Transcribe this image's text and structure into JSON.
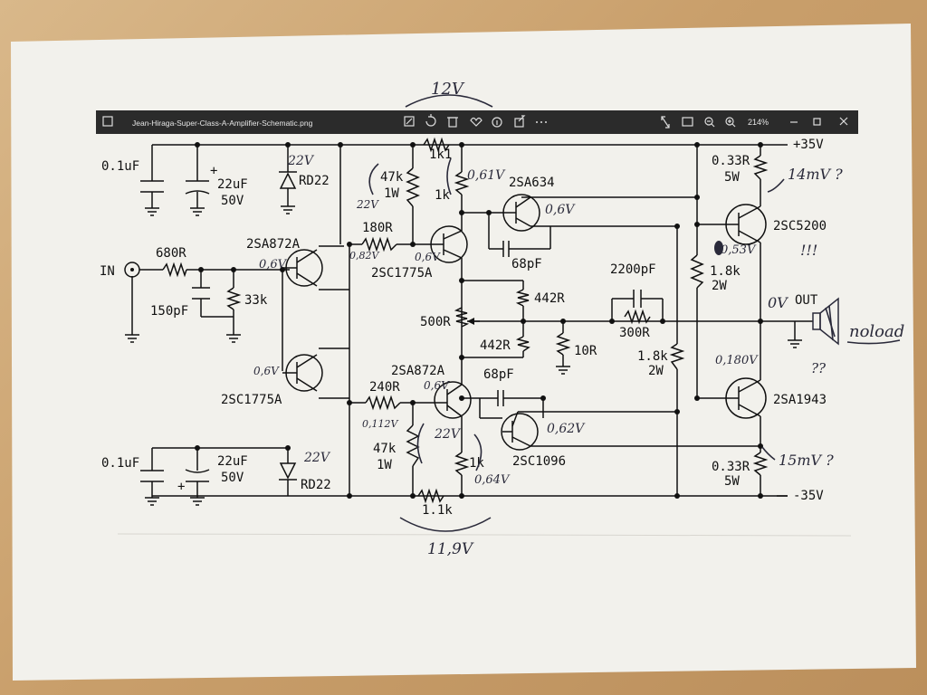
{
  "viewer": {
    "filename": "Jean-Hiraga-Super-Class-A-Amplifier-Schematic.png",
    "zoom": "214%"
  },
  "labels": {
    "cap_pos_top": "0.1uF",
    "cap_22u_top": "22uF",
    "cap_22u_top_v": "50V",
    "rd22_top": "RD22",
    "r_680": "680R",
    "in_label": "IN",
    "c_150p": "150pF",
    "r_33k": "33k",
    "q_2sa872a_top": "2SA872A",
    "q_2sc1775a_left": "2SC1775A",
    "r_180": "180R",
    "r_47k_top": "47k",
    "r_47k_top_w": "1W",
    "r_1k1_top": "1k1",
    "r_1k_top": "1k",
    "q_2sc1775a_mid": "2SC1775A",
    "q_2sa634": "2SA634",
    "c_68p_top": "68pF",
    "r_442_top": "442R",
    "r_500": "500R",
    "r_442_bot": "442R",
    "r_10": "10R",
    "c_2200p": "2200pF",
    "r_300": "300R",
    "r_033_top": "0.33R",
    "r_033_top_w": "5W",
    "vplus": "+35V",
    "q_2sc5200": "2SC5200",
    "r_18k_top": "1.8k",
    "r_18k_top_w": "2W",
    "out_label": "OUT",
    "r_18k_bot": "1.8k",
    "r_18k_bot_w": "2W",
    "q_2sa1943": "2SA1943",
    "r_033_bot": "0.33R",
    "r_033_bot_w": "5W",
    "vminus": "-35V",
    "r_240": "240R",
    "q_2sa872a_mid": "2SA872A",
    "c_68p_bot": "68pF",
    "q_2sc1096": "2SC1096",
    "r_47k_bot": "47k",
    "r_47k_bot_w": "1W",
    "r_1k_bot": "1k",
    "r_11k_bot": "1.1k",
    "cap_pos_bot": "0.1uF",
    "cap_22u_bot": "22uF",
    "cap_22u_bot_v": "50V",
    "rd22_bot": "RD22"
  },
  "annotations": {
    "v_12": "12V",
    "v_22_top": "22V",
    "v_22_r47k": "22V",
    "v_061_1k": "0,61V",
    "v_06_2sa634": "0,6V",
    "v_06_2sa872": "0,6V",
    "v_082": "0,82V",
    "v_06_mid": "0,6V",
    "v_14mv": "14mV ?",
    "v_053": "0,53V",
    "excl": "!!!",
    "v_0out": "0V",
    "noload": "noload",
    "v_06_2sc1775": "0,6V",
    "v_0180": "0,180V",
    "qq": "??",
    "v_0112": "0,112V",
    "v_06_2sa872mid": "0,6V",
    "v_22_r47kbot": "22V",
    "v_062": "0,62V",
    "v_064": "0,64V",
    "v_15mv": "15mV ?",
    "v_22_bot": "22V",
    "v_119": "11,9V"
  }
}
